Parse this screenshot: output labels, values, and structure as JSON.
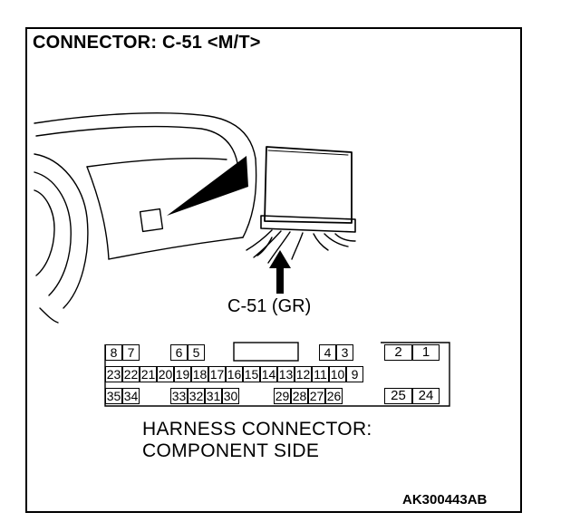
{
  "title": "CONNECTOR: C-51 <M/T>",
  "connector_label": "C-51 (GR)",
  "caption": {
    "line1": "HARNESS CONNECTOR:",
    "line2": "COMPONENT SIDE"
  },
  "diagram_code": "AK300443AB",
  "pins": {
    "row1": [
      "8",
      "7",
      "6",
      "5",
      "4",
      "3",
      "2",
      "1"
    ],
    "row2": [
      "23",
      "22",
      "21",
      "20",
      "19",
      "18",
      "17",
      "16",
      "15",
      "14",
      "13",
      "12",
      "11",
      "10",
      "9"
    ],
    "row3": [
      "35",
      "34",
      "33",
      "32",
      "31",
      "30",
      "29",
      "28",
      "27",
      "26",
      "25",
      "24"
    ]
  },
  "colors": {
    "line": "#000000",
    "background": "#ffffff"
  }
}
